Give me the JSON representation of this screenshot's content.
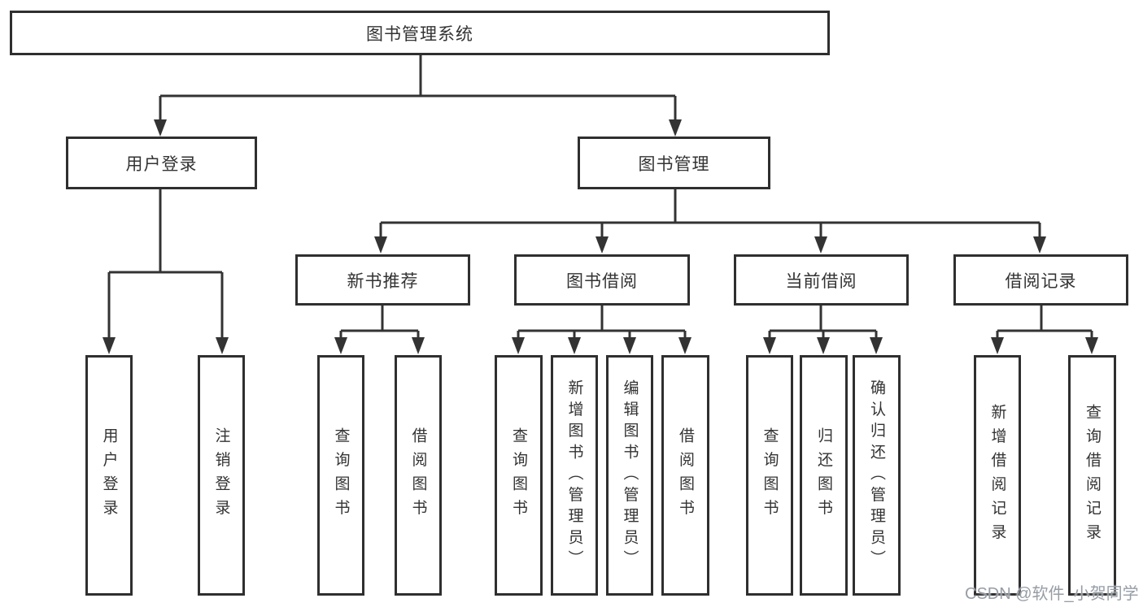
{
  "diagram_title": "图书管理系统",
  "nodes": {
    "root": "图书管理系统",
    "user_login": "用户登录",
    "book_mgmt": "图书管理",
    "new_book_rec": "新书推荐",
    "book_borrow": "图书借阅",
    "current_borrow": "当前借阅",
    "borrow_records": "借阅记录",
    "leaf_user_login": "用户登录",
    "leaf_logout": "注销登录",
    "leaf_nbr_query": "查询图书",
    "leaf_nbr_borrow": "借阅图书",
    "leaf_bb_query": "查询图书",
    "leaf_bb_add": "新增图书（管理员）",
    "leaf_bb_edit": "编辑图书（管理员）",
    "leaf_bb_borrow": "借阅图书",
    "leaf_cb_query": "查询图书",
    "leaf_cb_return": "归还图书",
    "leaf_cb_confirm": "确认归还（管理员）",
    "leaf_br_add": "新增借阅记录",
    "leaf_br_query": "查询借阅记录"
  },
  "hierarchy": {
    "图书管理系统": {
      "用户登录": [
        "用户登录",
        "注销登录"
      ],
      "图书管理": {
        "新书推荐": [
          "查询图书",
          "借阅图书"
        ],
        "图书借阅": [
          "查询图书",
          "新增图书（管理员）",
          "编辑图书（管理员）",
          "借阅图书"
        ],
        "当前借阅": [
          "查询图书",
          "归还图书",
          "确认归还（管理员）"
        ],
        "借阅记录": [
          "新增借阅记录",
          "查询借阅记录"
        ]
      }
    }
  },
  "watermark": "CSDN @软件_小贺同学",
  "colors": {
    "line": "#333333",
    "box_border": "#2f2f2f",
    "text": "#333333",
    "watermark": "#979da6",
    "background": "#ffffff"
  }
}
